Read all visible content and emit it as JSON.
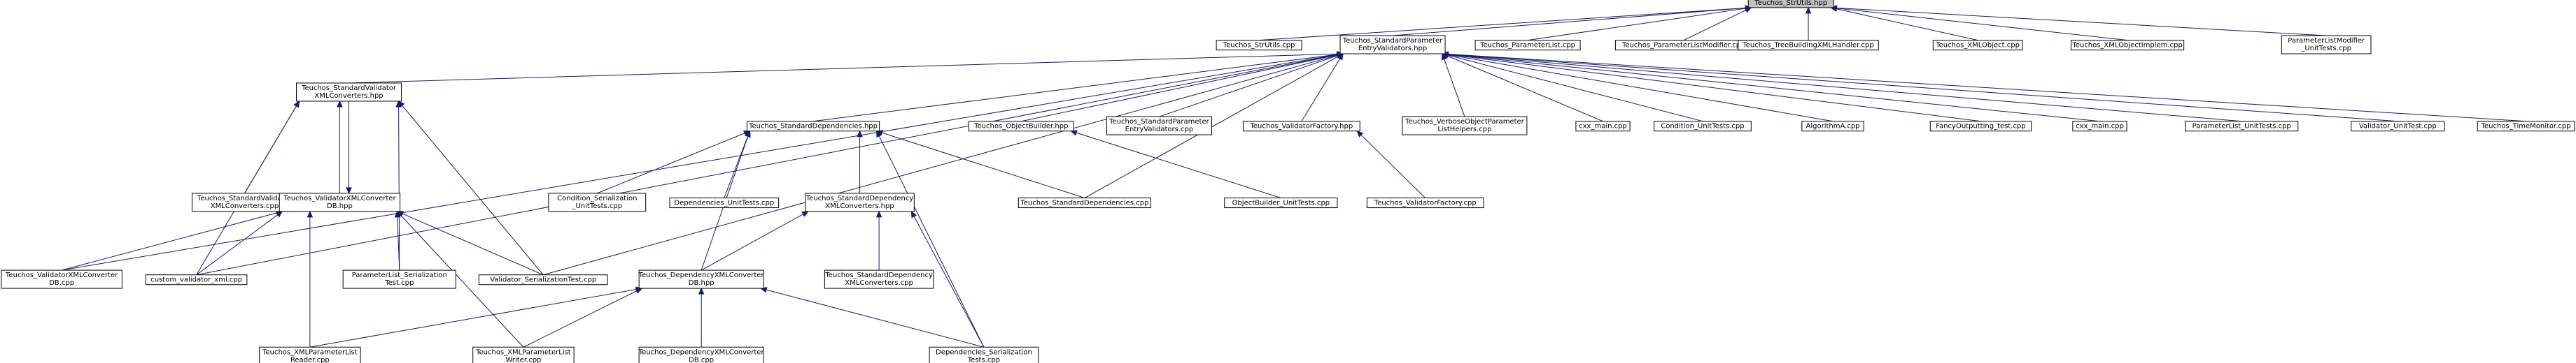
{
  "diagram": {
    "type": "include-dependency-graph",
    "nodes": [
      {
        "id": "strutils_hpp",
        "lines": [
          "Teuchos_StrUtils.hpp"
        ],
        "root": true
      },
      {
        "id": "strutils_cpp",
        "lines": [
          "Teuchos_StrUtils.cpp"
        ]
      },
      {
        "id": "std_param_entry_validators_hpp",
        "lines": [
          "Teuchos_StandardParameter",
          "EntryValidators.hpp"
        ]
      },
      {
        "id": "parameter_list_cpp",
        "lines": [
          "Teuchos_ParameterList.cpp"
        ]
      },
      {
        "id": "parameter_list_modifier_cpp",
        "lines": [
          "Teuchos_ParameterListModifier.cpp"
        ]
      },
      {
        "id": "tree_building_xml_handler_cpp",
        "lines": [
          "Teuchos_TreeBuildingXMLHandler.cpp"
        ]
      },
      {
        "id": "xml_object_cpp",
        "lines": [
          "Teuchos_XMLObject.cpp"
        ]
      },
      {
        "id": "xml_object_implem_cpp",
        "lines": [
          "Teuchos_XMLObjectImplem.cpp"
        ]
      },
      {
        "id": "parameter_list_modifier_unit_tests_cpp",
        "lines": [
          "ParameterListModifier",
          "_UnitTests.cpp"
        ]
      },
      {
        "id": "std_validator_xml_converters_hpp",
        "lines": [
          "Teuchos_StandardValidator",
          "XMLConverters.hpp"
        ]
      },
      {
        "id": "std_dependencies_hpp",
        "lines": [
          "Teuchos_StandardDependencies.hpp"
        ]
      },
      {
        "id": "object_builder_hpp",
        "lines": [
          "Teuchos_ObjectBuilder.hpp"
        ]
      },
      {
        "id": "std_param_entry_validators_cpp",
        "lines": [
          "Teuchos_StandardParameter",
          "EntryValidators.cpp"
        ]
      },
      {
        "id": "validator_factory_hpp",
        "lines": [
          "Teuchos_ValidatorFactory.hpp"
        ]
      },
      {
        "id": "verbose_object_param_list_helpers_cpp",
        "lines": [
          "Teuchos_VerboseObjectParameter",
          "ListHelpers.cpp"
        ]
      },
      {
        "id": "cxx_main_cpp_a",
        "lines": [
          "cxx_main.cpp"
        ]
      },
      {
        "id": "condition_unit_tests_cpp",
        "lines": [
          "Condition_UnitTests.cpp"
        ]
      },
      {
        "id": "algorithm_a_cpp",
        "lines": [
          "AlgorithmA.cpp"
        ]
      },
      {
        "id": "fancy_outputting_test_cpp",
        "lines": [
          "FancyOutputting_test.cpp"
        ]
      },
      {
        "id": "cxx_main_cpp_b",
        "lines": [
          "cxx_main.cpp"
        ]
      },
      {
        "id": "parameter_list_unit_tests_cpp",
        "lines": [
          "ParameterList_UnitTests.cpp"
        ]
      },
      {
        "id": "validator_unit_test_cpp",
        "lines": [
          "Validator_UnitTest.cpp"
        ]
      },
      {
        "id": "time_monitor_cpp",
        "lines": [
          "Teuchos_TimeMonitor.cpp"
        ]
      },
      {
        "id": "std_validator_xml_converters_cpp",
        "lines": [
          "Teuchos_StandardValidator",
          "XMLConverters.cpp"
        ]
      },
      {
        "id": "validator_xml_converter_db_hpp",
        "lines": [
          "Teuchos_ValidatorXMLConverter",
          "DB.hpp"
        ]
      },
      {
        "id": "condition_serialization_unit_tests_cpp",
        "lines": [
          "Condition_Serialization",
          "_UnitTests.cpp"
        ]
      },
      {
        "id": "dependencies_unit_tests_cpp",
        "lines": [
          "Dependencies_UnitTests.cpp"
        ]
      },
      {
        "id": "std_dependency_xml_converters_hpp",
        "lines": [
          "Teuchos_StandardDependency",
          "XMLConverters.hpp"
        ]
      },
      {
        "id": "std_dependencies_cpp",
        "lines": [
          "Teuchos_StandardDependencies.cpp"
        ]
      },
      {
        "id": "object_builder_unit_tests_cpp",
        "lines": [
          "ObjectBuilder_UnitTests.cpp"
        ]
      },
      {
        "id": "validator_factory_cpp",
        "lines": [
          "Teuchos_ValidatorFactory.cpp"
        ]
      },
      {
        "id": "validator_xml_converter_db_cpp",
        "lines": [
          "Teuchos_ValidatorXMLConverter",
          "DB.cpp"
        ]
      },
      {
        "id": "custom_validator_xml_cpp",
        "lines": [
          "custom_validator_xml.cpp"
        ]
      },
      {
        "id": "parameter_list_serialization_test_cpp",
        "lines": [
          "ParameterList_Serialization",
          "Test.cpp"
        ]
      },
      {
        "id": "validator_serialization_test_cpp",
        "lines": [
          "Validator_SerializationTest.cpp"
        ]
      },
      {
        "id": "dependency_xml_converter_db_hpp",
        "lines": [
          "Teuchos_DependencyXMLConverter",
          "DB.hpp"
        ]
      },
      {
        "id": "std_dependency_xml_converters_cpp",
        "lines": [
          "Teuchos_StandardDependency",
          "XMLConverters.cpp"
        ]
      },
      {
        "id": "xml_parameter_list_reader_cpp",
        "lines": [
          "Teuchos_XMLParameterList",
          "Reader.cpp"
        ]
      },
      {
        "id": "xml_parameter_list_writer_cpp",
        "lines": [
          "Teuchos_XMLParameterList",
          "Writer.cpp"
        ]
      },
      {
        "id": "dependency_xml_converter_db_cpp",
        "lines": [
          "Teuchos_DependencyXMLConverter",
          "DB.cpp"
        ]
      },
      {
        "id": "dependencies_serialization_tests_cpp",
        "lines": [
          "Dependencies_Serialization",
          "Tests.cpp"
        ]
      }
    ],
    "edges": [
      [
        "strutils_hpp",
        "strutils_cpp"
      ],
      [
        "strutils_hpp",
        "std_param_entry_validators_hpp"
      ],
      [
        "strutils_hpp",
        "parameter_list_cpp"
      ],
      [
        "strutils_hpp",
        "parameter_list_modifier_cpp"
      ],
      [
        "strutils_hpp",
        "tree_building_xml_handler_cpp"
      ],
      [
        "strutils_hpp",
        "xml_object_cpp"
      ],
      [
        "strutils_hpp",
        "xml_object_implem_cpp"
      ],
      [
        "strutils_hpp",
        "parameter_list_modifier_unit_tests_cpp"
      ],
      [
        "std_param_entry_validators_hpp",
        "std_validator_xml_converters_hpp"
      ],
      [
        "std_param_entry_validators_hpp",
        "std_dependencies_hpp"
      ],
      [
        "std_param_entry_validators_hpp",
        "object_builder_hpp"
      ],
      [
        "std_param_entry_validators_hpp",
        "std_param_entry_validators_cpp"
      ],
      [
        "std_param_entry_validators_hpp",
        "validator_factory_hpp"
      ],
      [
        "std_param_entry_validators_hpp",
        "verbose_object_param_list_helpers_cpp"
      ],
      [
        "std_param_entry_validators_hpp",
        "cxx_main_cpp_a"
      ],
      [
        "std_param_entry_validators_hpp",
        "condition_unit_tests_cpp"
      ],
      [
        "std_param_entry_validators_hpp",
        "algorithm_a_cpp"
      ],
      [
        "std_param_entry_validators_hpp",
        "fancy_outputting_test_cpp"
      ],
      [
        "std_param_entry_validators_hpp",
        "cxx_main_cpp_b"
      ],
      [
        "std_param_entry_validators_hpp",
        "parameter_list_unit_tests_cpp"
      ],
      [
        "std_param_entry_validators_hpp",
        "validator_unit_test_cpp"
      ],
      [
        "std_param_entry_validators_hpp",
        "time_monitor_cpp"
      ],
      [
        "std_param_entry_validators_hpp",
        "validator_xml_converter_db_cpp"
      ],
      [
        "std_param_entry_validators_hpp",
        "custom_validator_xml_cpp"
      ],
      [
        "std_param_entry_validators_hpp",
        "validator_serialization_test_cpp"
      ],
      [
        "std_param_entry_validators_hpp",
        "std_dependencies_cpp"
      ],
      [
        "std_validator_xml_converters_hpp",
        "std_validator_xml_converters_cpp"
      ],
      [
        "std_validator_xml_converters_hpp",
        "validator_xml_converter_db_hpp"
      ],
      [
        "std_validator_xml_converters_hpp",
        "custom_validator_xml_cpp"
      ],
      [
        "std_validator_xml_converters_hpp",
        "parameter_list_serialization_test_cpp"
      ],
      [
        "std_validator_xml_converters_hpp",
        "validator_serialization_test_cpp"
      ],
      [
        "validator_xml_converter_db_hpp",
        "std_validator_xml_converters_hpp"
      ],
      [
        "validator_xml_converter_db_hpp",
        "validator_xml_converter_db_cpp"
      ],
      [
        "validator_xml_converter_db_hpp",
        "custom_validator_xml_cpp"
      ],
      [
        "validator_xml_converter_db_hpp",
        "parameter_list_serialization_test_cpp"
      ],
      [
        "validator_xml_converter_db_hpp",
        "validator_serialization_test_cpp"
      ],
      [
        "validator_xml_converter_db_hpp",
        "xml_parameter_list_reader_cpp"
      ],
      [
        "validator_xml_converter_db_hpp",
        "xml_parameter_list_writer_cpp"
      ],
      [
        "std_dependencies_hpp",
        "condition_serialization_unit_tests_cpp"
      ],
      [
        "std_dependencies_hpp",
        "dependencies_unit_tests_cpp"
      ],
      [
        "std_dependencies_hpp",
        "std_dependency_xml_converters_hpp"
      ],
      [
        "std_dependencies_hpp",
        "std_dependencies_cpp"
      ],
      [
        "std_dependencies_hpp",
        "dependency_xml_converter_db_hpp"
      ],
      [
        "std_dependencies_hpp",
        "dependencies_serialization_tests_cpp"
      ],
      [
        "std_dependency_xml_converters_hpp",
        "std_dependency_xml_converters_cpp"
      ],
      [
        "std_dependency_xml_converters_hpp",
        "dependency_xml_converter_db_hpp"
      ],
      [
        "std_dependency_xml_converters_hpp",
        "dependencies_serialization_tests_cpp"
      ],
      [
        "object_builder_hpp",
        "object_builder_unit_tests_cpp"
      ],
      [
        "validator_factory_hpp",
        "validator_factory_cpp"
      ],
      [
        "dependency_xml_converter_db_hpp",
        "xml_parameter_list_reader_cpp"
      ],
      [
        "dependency_xml_converter_db_hpp",
        "xml_parameter_list_writer_cpp"
      ],
      [
        "dependency_xml_converter_db_hpp",
        "dependency_xml_converter_db_cpp"
      ],
      [
        "dependency_xml_converter_db_hpp",
        "dependencies_serialization_tests_cpp"
      ]
    ]
  }
}
